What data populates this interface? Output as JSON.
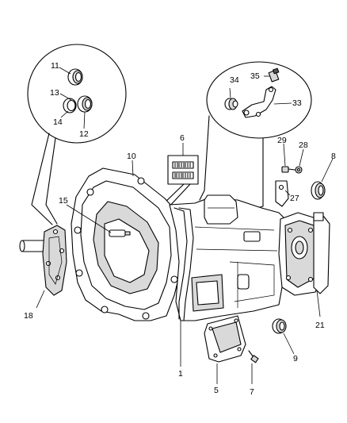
{
  "callouts": {
    "c1": "1",
    "c5": "5",
    "c6": "6",
    "c7": "7",
    "c8": "8",
    "c9": "9",
    "c10": "10",
    "c11": "11",
    "c12": "12",
    "c13": "13",
    "c14": "14",
    "c15": "15",
    "c18": "18",
    "c21": "21",
    "c27": "27",
    "c28": "28",
    "c29": "29",
    "c33": "33",
    "c34": "34",
    "c35": "35"
  },
  "icons": {
    "transmission": "transmission-case-drawing",
    "label": "barcode-label-icon",
    "seals": "seal-ring-icons",
    "shift_lever": "shift-lever-drawing"
  }
}
